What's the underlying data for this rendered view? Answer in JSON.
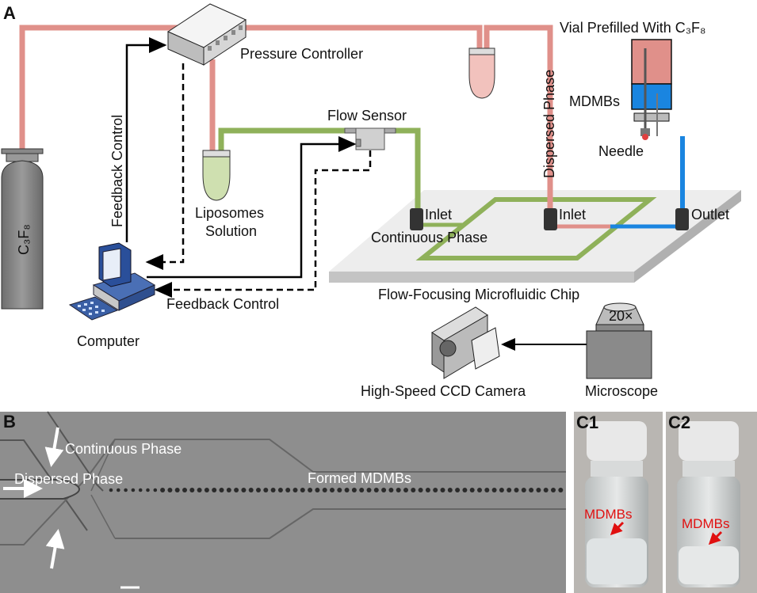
{
  "panels": {
    "a": "A",
    "b": "B",
    "c1": "C1",
    "c2": "C2"
  },
  "colors": {
    "dispersed_tube": "#e0908a",
    "continuous_tube": "#8fb15a",
    "outlet_tube": "#1a85e0",
    "chip": "#ececec",
    "micrograph": "#8c8c8c"
  },
  "diagram": {
    "cylinder_label": "C₃F₈",
    "pressure_controller": "Pressure Controller",
    "feedback_vertical": "Feedback Control",
    "feedback_horizontal": "Feedback Control",
    "liposomes_line1": "Liposomes",
    "liposomes_line2": "Solution",
    "flow_sensor": "Flow Sensor",
    "dispersed_phase": "Dispersed Phase",
    "vial": "Vial Prefilled With C₃F₈",
    "mdmbs": "MDMBs",
    "needle": "Needle",
    "inlet_continuous": "Inlet",
    "inlet_dispersed": "Inlet",
    "outlet": "Outlet",
    "continuous_phase": "Continuous Phase",
    "chip": "Flow-Focusing Microfluidic Chip",
    "computer": "Computer",
    "objective": "20×",
    "camera": "High-Speed CCD Camera",
    "microscope": "Microscope"
  },
  "micrograph": {
    "continuous_phase": "Continuous Phase",
    "dispersed_phase": "Dispersed Phase",
    "formed": "Formed MDMBs"
  },
  "photos": {
    "c1_label": "MDMBs",
    "c2_label": "MDMBs"
  }
}
